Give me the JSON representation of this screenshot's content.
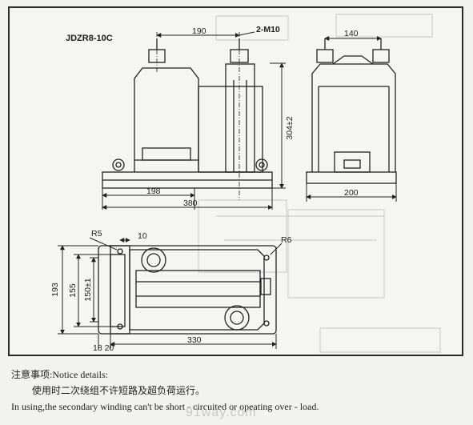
{
  "diagram": {
    "model": "JDZR8-10C",
    "front_view": {
      "dims": {
        "terminal_pitch": "190",
        "thread_callout": "2-M10",
        "height": "304±2",
        "base_offset": "198",
        "overall_length": "380"
      }
    },
    "side_view": {
      "dims": {
        "top_width": "140",
        "base_width": "200"
      }
    },
    "plan_view": {
      "dims": {
        "corner_radius_left": "R5",
        "hole_offset": "10",
        "corner_radius_right": "R6",
        "overall_width": "193",
        "slot_outer": "155",
        "slot_inner": "150±1",
        "edge_offsets": "18 20",
        "overall_length": "330"
      }
    }
  },
  "notes": {
    "title": "注意事项:Notice details:",
    "line_cn": "使用时二次绕组不许短路及超负荷运行。",
    "line_en": "In using,the secondary winding can't be short - circuited or opeating over - load."
  },
  "watermark": "91way.com"
}
